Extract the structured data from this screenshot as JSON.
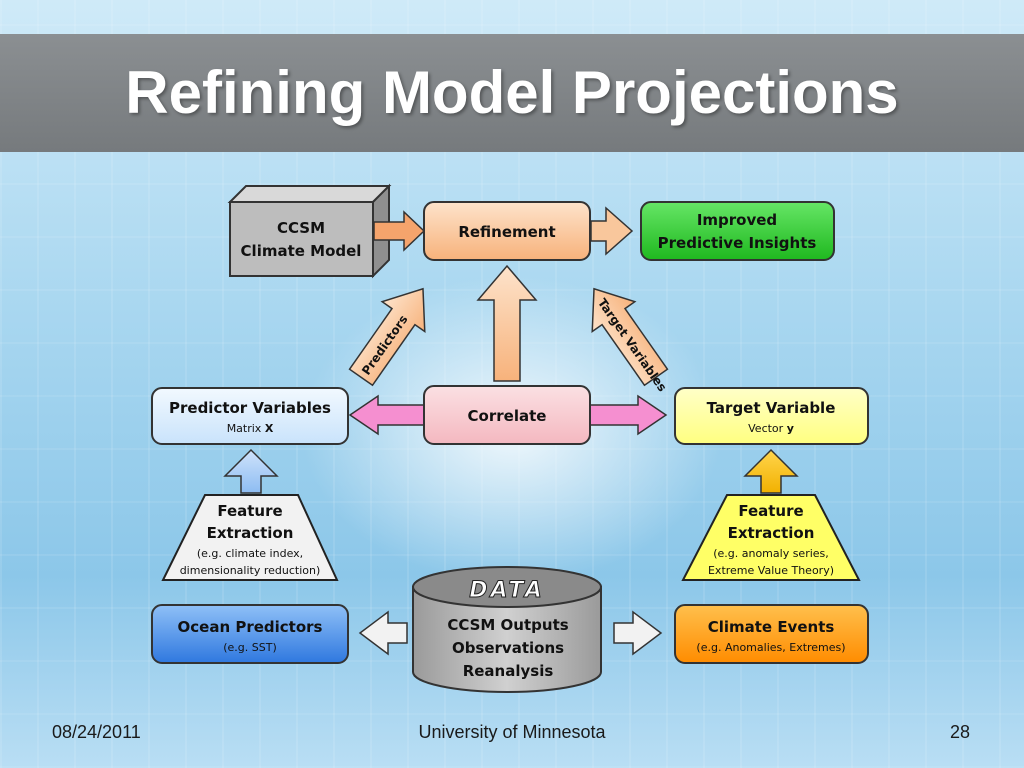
{
  "slide": {
    "title": "Refining Model Projections",
    "footer_date": "08/24/2011",
    "footer_org": "University of Minnesota",
    "footer_page": "28"
  },
  "diagram": {
    "ccsm_model": {
      "line1": "CCSM",
      "line2": "Climate Model"
    },
    "refinement": "Refinement",
    "improved": {
      "line1": "Improved",
      "line2": "Predictive Insights"
    },
    "predictors_arrow_label": "Predictors",
    "target_variables_arrow_label": "Target Variables",
    "predictor_variables": {
      "line1": "Predictor Variables",
      "line2_prefix": "Matrix ",
      "line2_symbol": "X"
    },
    "correlate": "Correlate",
    "target_variable": {
      "line1": "Target Variable",
      "line2_prefix": "Vector ",
      "line2_symbol": "y"
    },
    "feature_extraction_left": {
      "line1": "Feature",
      "line2": "Extraction",
      "line3": "(e.g. climate index,",
      "line4": "dimensionality reduction)"
    },
    "feature_extraction_right": {
      "line1": "Feature",
      "line2": "Extraction",
      "line3": "(e.g. anomaly series,",
      "line4": "Extreme Value Theory)"
    },
    "ocean_predictors": {
      "line1": "Ocean Predictors",
      "line2": "(e.g. SST)"
    },
    "data_store": {
      "label": "DATA",
      "line1": "CCSM Outputs",
      "line2": "Observations",
      "line3": "Reanalysis"
    },
    "climate_events": {
      "line1": "Climate Events",
      "line2": "(e.g. Anomalies, Extremes)"
    }
  },
  "colors": {
    "title_bar": "#7d8184",
    "model_box": "#bdbdbd",
    "refinement": "#f9c79c",
    "improved": "#33cc33",
    "predictor_box": "#dcefff",
    "correlate_box": "#f8cdd3",
    "correlate_arrow": "#f58fd0",
    "target_box": "#ffff99",
    "left_trapezoid": "#f0f0f0",
    "right_trapezoid": "#ffff66",
    "ocean": "#4a8ee8",
    "climate_events": "#ff9900",
    "data_cylinder": "#b5b5b5"
  }
}
